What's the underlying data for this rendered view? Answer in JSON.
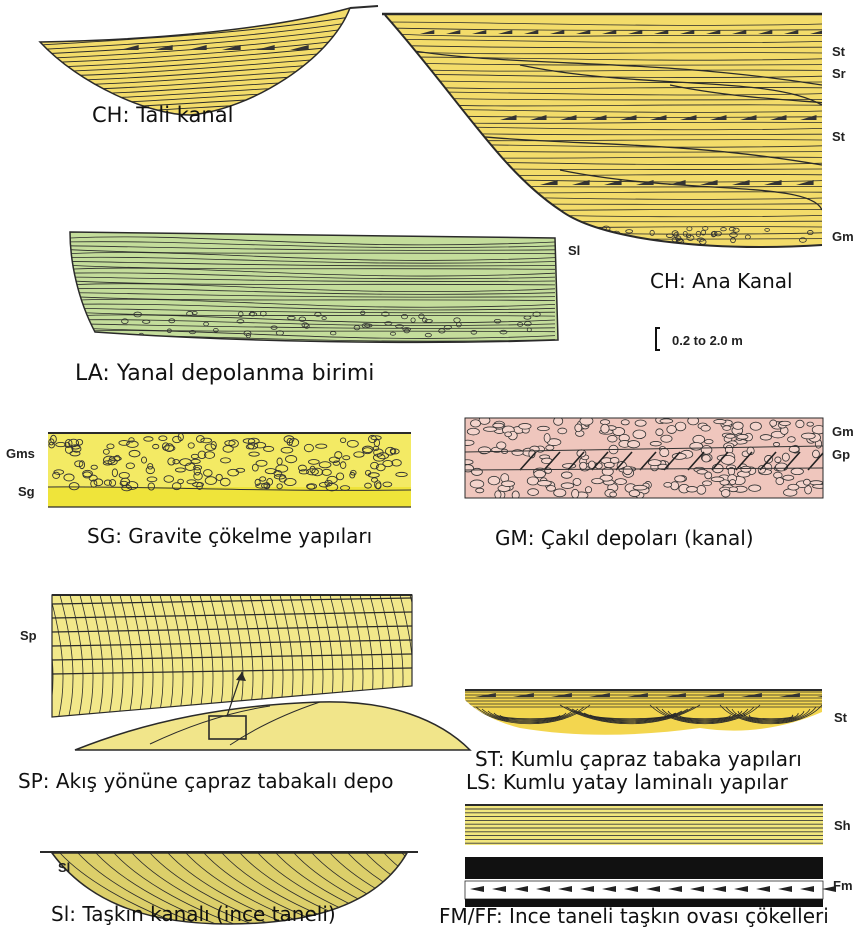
{
  "captions": {
    "ch_tali": "CH: Tali kanal",
    "ch_ana": "CH: Ana Kanal",
    "la": "LA: Yanal depolanma birimi",
    "sg": "SG: Gravite çökelme yapıları",
    "gm": "GM: Çakıl depoları (kanal)",
    "st": "ST: Kumlu çapraz tabaka yapıları",
    "sp": "SP: Akış yönüne çapraz tabakalı depo",
    "ls": "LS: Kumlu yatay laminalı yapılar",
    "sl": "Sl: Taşkın kanalı (ince taneli)",
    "fm": "FM/FF: İnce taneli taşkın ovası çökelleri"
  },
  "codes": {
    "main_st_top": "St",
    "main_sr": "Sr",
    "main_st_mid": "St",
    "main_gm": "Gm",
    "la_sl": "Sl",
    "sg_gms": "Gms",
    "sg_sg": "Sg",
    "gm_gm": "Gm",
    "gm_gp": "Gp",
    "st_st": "St",
    "sp_sp": "Sp",
    "ls_sh": "Sh",
    "sl_sl": "Sl",
    "fm_fm": "Fm"
  },
  "scale_label": "0.2 to 2.0 m",
  "colors": {
    "sand_yellow": "#f3dc6a",
    "pale_yellow": "#f1e58a",
    "green": "#c4dd9b",
    "pink": "#efc6bd",
    "black": "#111111",
    "line": "#2a2a2a"
  }
}
